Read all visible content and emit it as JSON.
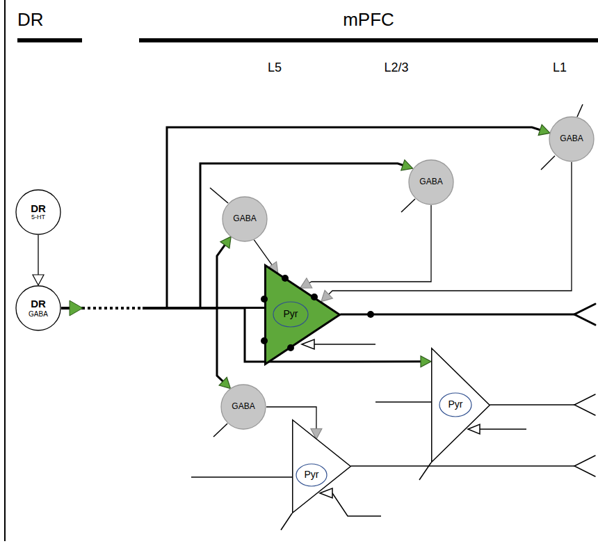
{
  "diagram": {
    "nodes": [
      {
        "text": [
          "DR",
          "5-HT"
        ]
      },
      {
        "text": [
          "DR",
          "GABA"
        ]
      },
      {
        "text": [
          "GABA"
        ]
      },
      {
        "text": [
          "GABA"
        ]
      },
      {
        "text": [
          "GABA"
        ]
      },
      {
        "text": [
          "Pyr"
        ]
      },
      {
        "text": [
          "Pyr"
        ]
      },
      {
        "text": [
          "GABA"
        ]
      },
      {
        "text": [
          "Pyr"
        ]
      }
    ],
    "edges": [
      {
        "from": 0,
        "to": 1,
        "arrow": "to"
      },
      {
        "from": 1,
        "to": 2,
        "arrow": "to"
      },
      {
        "from": 1,
        "to": 3,
        "arrow": "to"
      },
      {
        "from": 1,
        "to": 4,
        "arrow": "to"
      },
      {
        "from": 1,
        "to": 5,
        "arrow": "none"
      },
      {
        "from": 1,
        "to": 6,
        "arrow": "to"
      },
      {
        "from": 1,
        "to": 7,
        "arrow": "to"
      },
      {
        "from": 2,
        "to": 5,
        "arrow": "to"
      },
      {
        "from": 3,
        "to": 5,
        "arrow": "to"
      },
      {
        "from": 4,
        "to": 5,
        "arrow": "to"
      },
      {
        "from": 7,
        "to": 8,
        "arrow": "to"
      }
    ],
    "labels": [
      "DR",
      "mPFC",
      "L5",
      "L2/3",
      "L1"
    ]
  }
}
